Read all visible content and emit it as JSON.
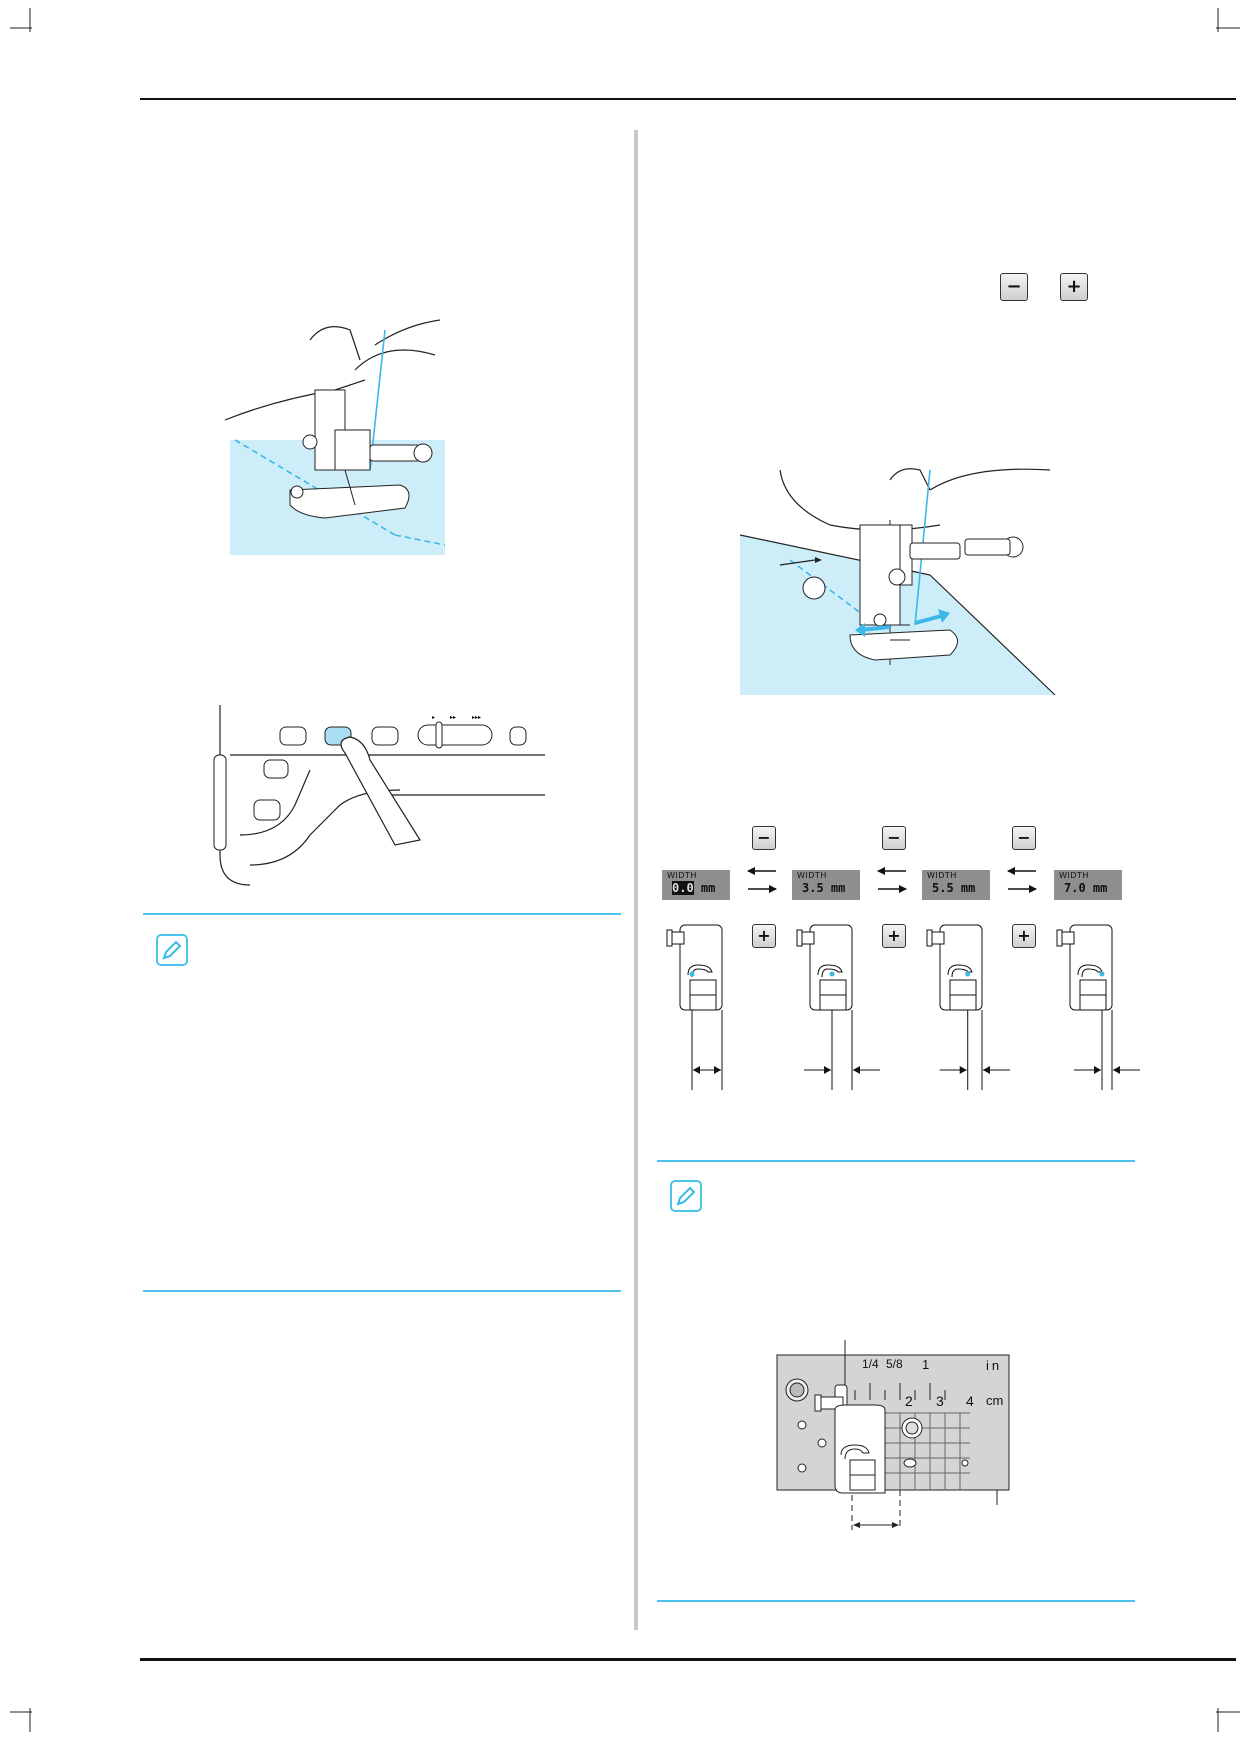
{
  "width_display": {
    "label": "WIDTH",
    "unit": "mm",
    "values": [
      "0.0",
      "3.5",
      "5.5",
      "7.0"
    ]
  },
  "keys": {
    "minus": "−",
    "plus": "+"
  },
  "needle_plate": {
    "inch_marks": [
      "1/4",
      "5/8",
      "1"
    ],
    "inch_unit": "in",
    "cm_marks": [
      "2",
      "3",
      "4"
    ],
    "cm_unit": "cm"
  },
  "colors": {
    "fabric": "#cdeef9",
    "accent": "#3bb8e6",
    "memo_rule": "#4cc3ea",
    "display_bg": "#8e8e8e"
  }
}
